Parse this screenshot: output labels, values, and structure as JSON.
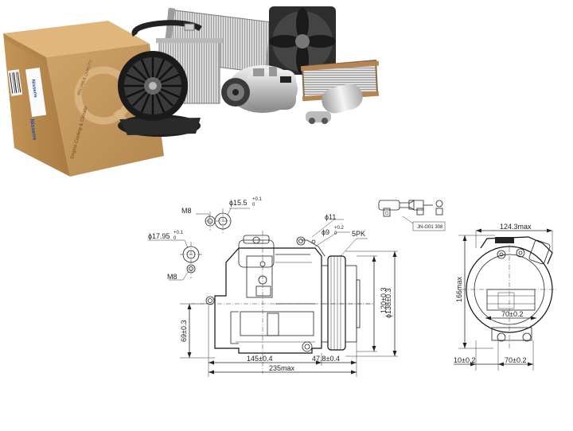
{
  "product_photo": {
    "box_brand": "Nissens",
    "box_tagline": "Engine Cooling & Climate"
  },
  "front_view": {
    "labels": {
      "m8_top": "M8",
      "m8_bottom": "M8",
      "dia_15": "ϕ15.5",
      "dia_15_tol_top": "+0.1",
      "dia_15_tol_bottom": "0",
      "dia_17": "ϕ17.95",
      "dia_17_tol_top": "+0.1",
      "dia_17_tol_bottom": "0",
      "dia_11": "ϕ11",
      "dia_9": "ϕ9",
      "dia_9_tol_top": "+0.2",
      "dia_9_tol_bottom": "0",
      "pulley": "5PK",
      "dim_120": "120±0.3",
      "dim_138": "ϕ138±0.3",
      "dim_69": "69±0.3",
      "dim_145": "145±0.4",
      "dim_47": "47.8±0.4",
      "dim_235": "235max"
    }
  },
  "connector_view": {
    "label": "JN-G01 308"
  },
  "side_view": {
    "labels": {
      "dim_124": "124.3max",
      "dim_166": "166max",
      "dim_70_inner": "70±0.2",
      "dim_10": "10±0.2",
      "dim_70_outer": "70±0.2"
    }
  }
}
